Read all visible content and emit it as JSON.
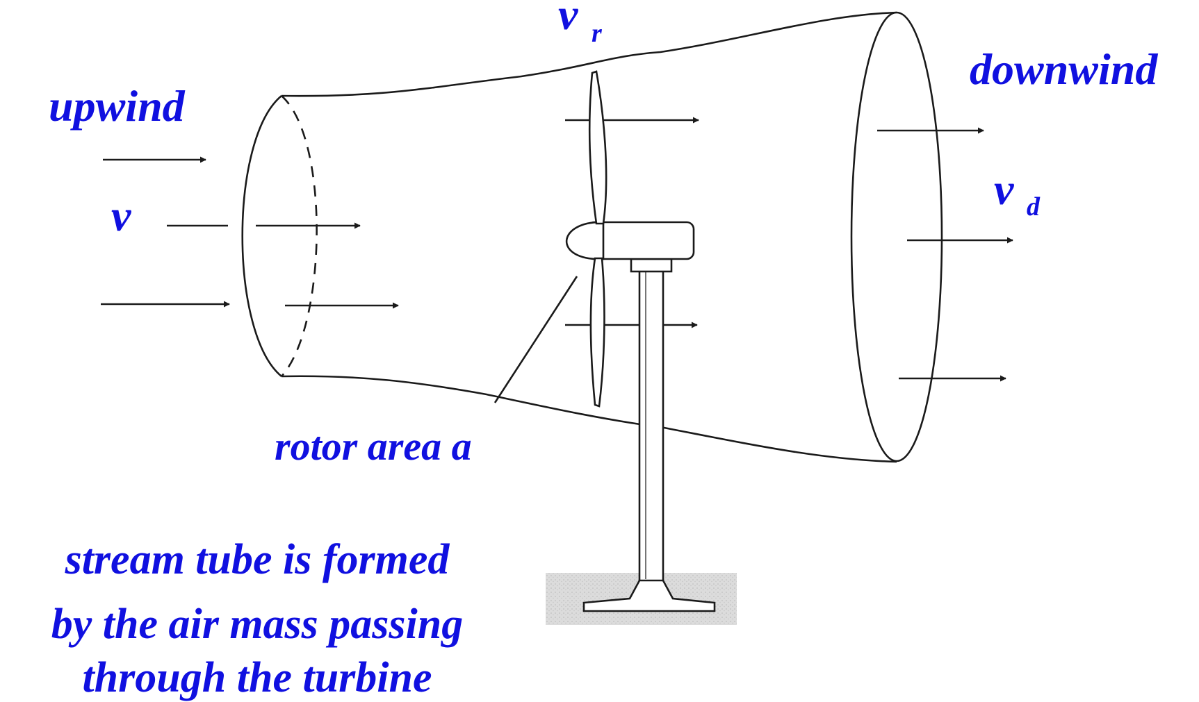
{
  "labels": {
    "upwind": "upwind",
    "downwind": "downwind",
    "v": "v",
    "v_r_main": "v",
    "v_r_sub": "r",
    "v_d_main": "v",
    "v_d_sub": "d",
    "rotor_area": "rotor area a",
    "caption": [
      "stream tube is formed",
      "by the air mass passing",
      "through the turbine"
    ]
  },
  "colors": {
    "label": "#1010e0",
    "line": "#1a1a1a",
    "ground": "#d9d9d9"
  }
}
